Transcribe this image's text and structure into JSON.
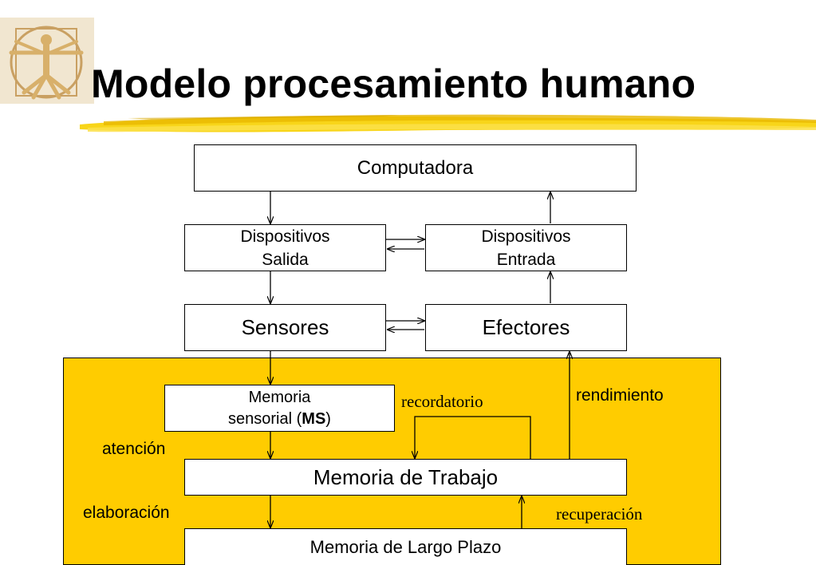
{
  "slide": {
    "title": "Modelo procesamiento humano",
    "logo_icon": "vitruvian-man-icon",
    "accent_color": "#ffcc00",
    "underline_color": "#f5c400"
  },
  "diagram": {
    "nodes": {
      "computadora": "Computadora",
      "dispositivos_salida": {
        "line1": "Dispositivos",
        "line2": "Salida"
      },
      "dispositivos_entrada": {
        "line1": "Dispositivos",
        "line2": "Entrada"
      },
      "sensores": "Sensores",
      "efectores": "Efectores",
      "memoria_sensorial": {
        "line1": "Memoria",
        "line2_pre": "sensorial (",
        "line2_bold": "MS",
        "line2_post": ")"
      },
      "memoria_trabajo": "Memoria de Trabajo",
      "memoria_largo_plazo": "Memoria de Largo Plazo"
    },
    "edge_labels": {
      "recordatorio": "recordatorio",
      "rendimiento": "rendimiento",
      "atencion": "atención",
      "elaboracion": "elaboración",
      "recuperacion": "recuperación"
    }
  }
}
